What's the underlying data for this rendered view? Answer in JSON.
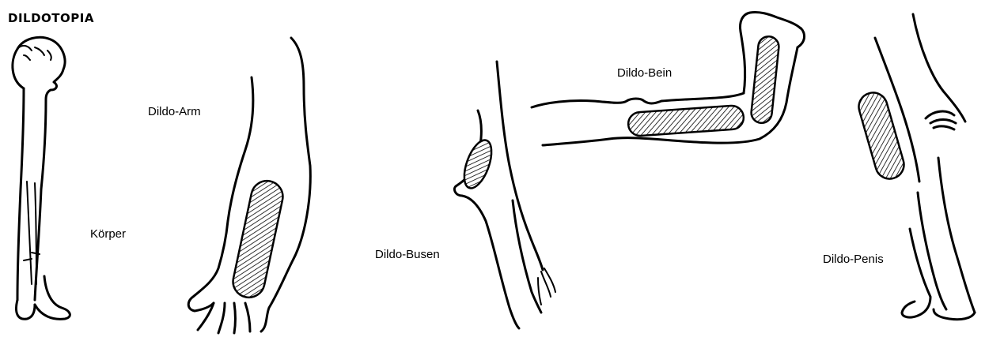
{
  "title": "DILDOTOPIA",
  "labels": {
    "koerper": "Körper",
    "arm": "Dildo-Arm",
    "busen": "Dildo-Busen",
    "bein": "Dildo-Bein",
    "penis": "Dildo-Penis"
  }
}
